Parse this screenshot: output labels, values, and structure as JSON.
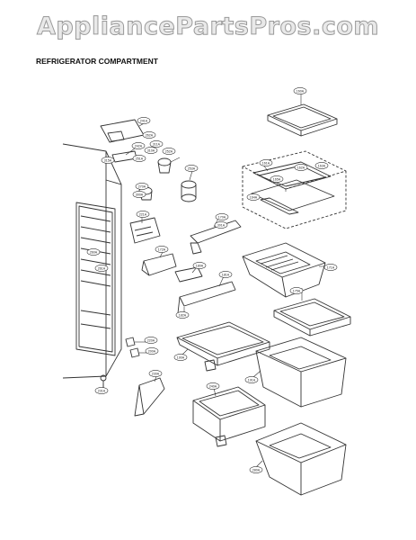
{
  "watermark": "AppliancePartsPros.com",
  "diagram_title": "REFRIGERATOR COMPARTMENT",
  "part_labels": [
    "160A",
    "161A",
    "162A",
    "163A",
    "164A",
    "165A",
    "170A",
    "171A",
    "172A",
    "175A",
    "180A",
    "181A",
    "182A",
    "190A",
    "191A",
    "200A",
    "220A",
    "221A",
    "230A",
    "231A",
    "240A",
    "241A",
    "242A",
    "251A",
    "252A",
    "253A",
    "260A",
    "261A",
    "262A",
    "270A",
    "280A",
    "300A",
    "301A",
    "310A",
    "311A",
    "315A"
  ]
}
